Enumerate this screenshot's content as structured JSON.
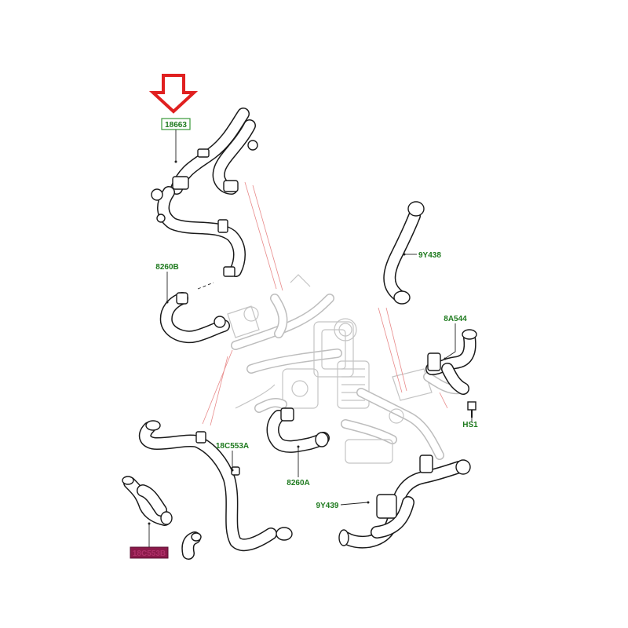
{
  "callouts": {
    "part_18663": "18663",
    "part_8260b": "8260B",
    "part_9y438": "9Y438",
    "part_8a544": "8A544",
    "part_hs1": "HS1",
    "part_18c553a": "18C553A",
    "part_8260a": "8260A",
    "part_9y439": "9Y439",
    "part_18c553b": "18C553B"
  },
  "colors": {
    "callout_text": "#1e7a1e",
    "callout_box_green": "#3a9a3a",
    "highlight_box": "#8b1a4a",
    "highlight_text": "#b0306a",
    "arrow": "#e02020",
    "reference_lines": "#e88a8a",
    "hose_outline": "#1a1a1a",
    "background_assembly": "#bdbdbd"
  },
  "icons": {
    "pointer": "down-arrow-icon"
  }
}
